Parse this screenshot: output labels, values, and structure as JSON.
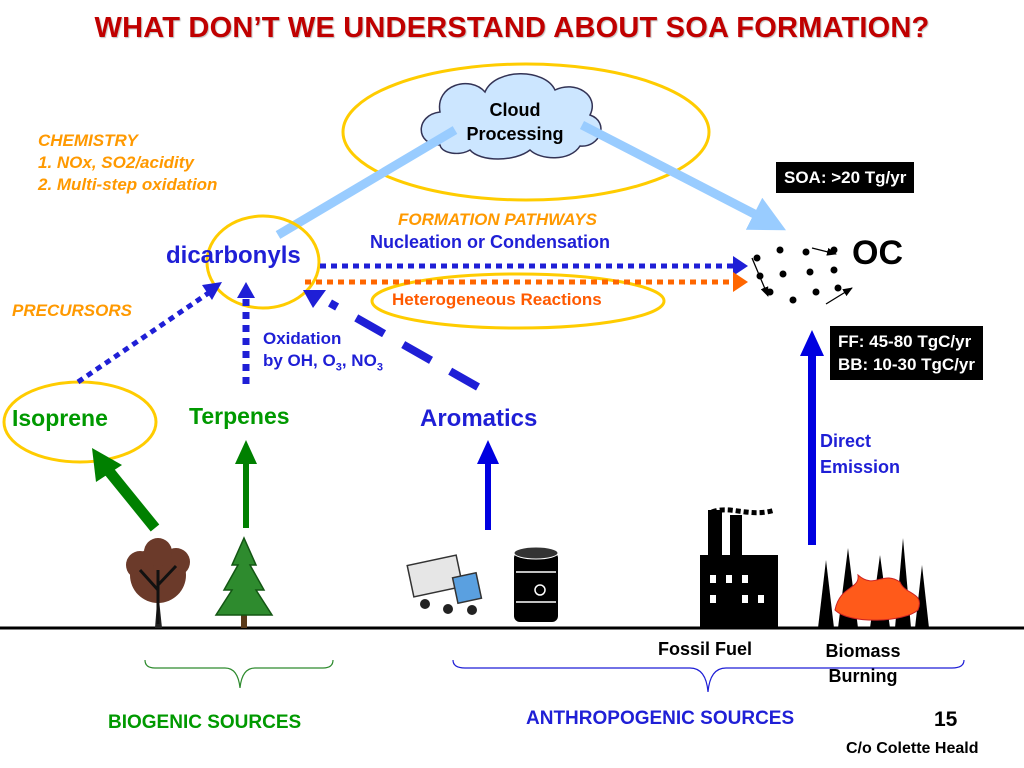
{
  "title": "WHAT DON’T WE UNDERSTAND ABOUT SOA FORMATION?",
  "cloud_label": [
    "Cloud",
    "Processing"
  ],
  "chemistry": {
    "heading": "CHEMISTRY",
    "items": [
      "1. NOx, SO2/acidity",
      "2. Multi-step oxidation"
    ]
  },
  "precursors_label": "PRECURSORS",
  "formation_pathways_label": "FORMATION PATHWAYS",
  "nucleation_label": "Nucleation or Condensation",
  "heterogeneous_label": "Heterogeneous Reactions",
  "dicarbonyls_label": "dicarbonyls",
  "oxidation_label": [
    "Oxidation",
    "by OH, O",
    "3",
    ", NO",
    "3"
  ],
  "soa_box": "SOA: >20 Tg/yr",
  "oc_label": "OC",
  "ff_bb_box": [
    "FF: 45-80 TgC/yr",
    "BB: 10-30 TgC/yr"
  ],
  "direct_emission_label": [
    "Direct",
    "Emission"
  ],
  "precursor_species": {
    "isoprene": "Isoprene",
    "terpenes": "Terpenes",
    "aromatics": "Aromatics"
  },
  "source_labels": {
    "fossil_fuel": "Fossil Fuel",
    "biomass_burning": [
      "Biomass",
      "Burning"
    ]
  },
  "group_labels": {
    "biogenic": "BIOGENIC SOURCES",
    "anthropogenic": "ANTHROPOGENIC SOURCES"
  },
  "page_number": "15",
  "credit": "C/o Colette Heald",
  "icons": [
    "deciduous-tree-icon",
    "conifer-tree-icon",
    "truck-icon",
    "oil-barrel-icon",
    "factory-icon",
    "forest-fire-icon",
    "cloud-icon"
  ],
  "colors": {
    "title": "#c00000",
    "orange": "#ff9900",
    "blue": "#1f1fd6",
    "green": "#009900",
    "arrow_light_blue": "#99ccff",
    "ellipse_yellow": "#ffcc00",
    "dotted_orange": "#ff6600"
  }
}
